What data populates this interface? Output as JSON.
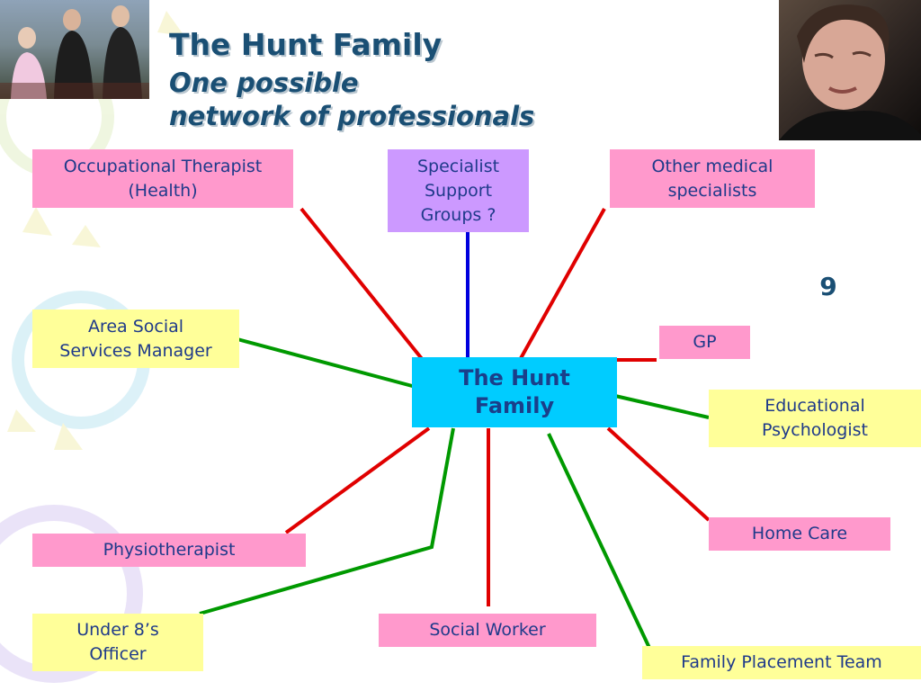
{
  "title": "The Hunt Family",
  "subtitle_line1": "One possible",
  "subtitle_line2": "network of professionals",
  "slide_number": "9",
  "center_node": "The Hunt Family",
  "nodes": {
    "occupational_therapist": "Occupational Therapist\n(Health)",
    "specialist_support": "Specialist\nSupport\nGroups ?",
    "other_medical": "Other medical\nspecialists",
    "area_social_services": "Area Social\nServices Manager",
    "gp": "GP",
    "educational_psychologist": "Educational\nPsychologist",
    "physiotherapist": "Physiotherapist",
    "home_care": "Home Care",
    "under8s_officer": "Under 8’s\nOfficer",
    "social_worker": "Social Worker",
    "family_placement": "Family Placement Team"
  },
  "colors": {
    "title": "#1a4f74",
    "node_text": "#1f3a8a",
    "center_fill": "#00ccff",
    "pink_fill": "#ff99cc",
    "yellow_fill": "#ffff99",
    "lilac_fill": "#cc99ff",
    "link_red": "#e00000",
    "link_green": "#009900",
    "link_blue": "#0000dd"
  }
}
